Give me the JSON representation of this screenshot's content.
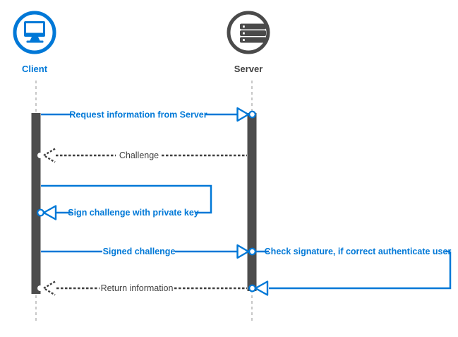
{
  "colors": {
    "accent_blue": "#0078D7",
    "dark_gray": "#4A4A4A",
    "message_text_gray": "#3F3F3F",
    "lifeline_gray": "#C8C8C8"
  },
  "actors": {
    "client": {
      "label": "Client"
    },
    "server": {
      "label": "Server"
    }
  },
  "messages": {
    "request": {
      "label": "Request information from Server",
      "from": "Client",
      "to": "Server",
      "style": "solid-blue"
    },
    "challenge": {
      "label": "Challenge",
      "from": "Server",
      "to": "Client",
      "style": "dashed-gray"
    },
    "sign": {
      "label": "Sign challenge with private key",
      "from": "Client",
      "to": "Client",
      "style": "solid-blue"
    },
    "signed": {
      "label": "Signed challenge",
      "from": "Client",
      "to": "Server",
      "style": "solid-blue"
    },
    "check": {
      "label": "Check signature, if correct authenticate user",
      "from": "Server",
      "to": "Server",
      "style": "solid-blue"
    },
    "return": {
      "label": "Return information",
      "from": "Server",
      "to": "Client",
      "style": "dashed-gray"
    }
  }
}
